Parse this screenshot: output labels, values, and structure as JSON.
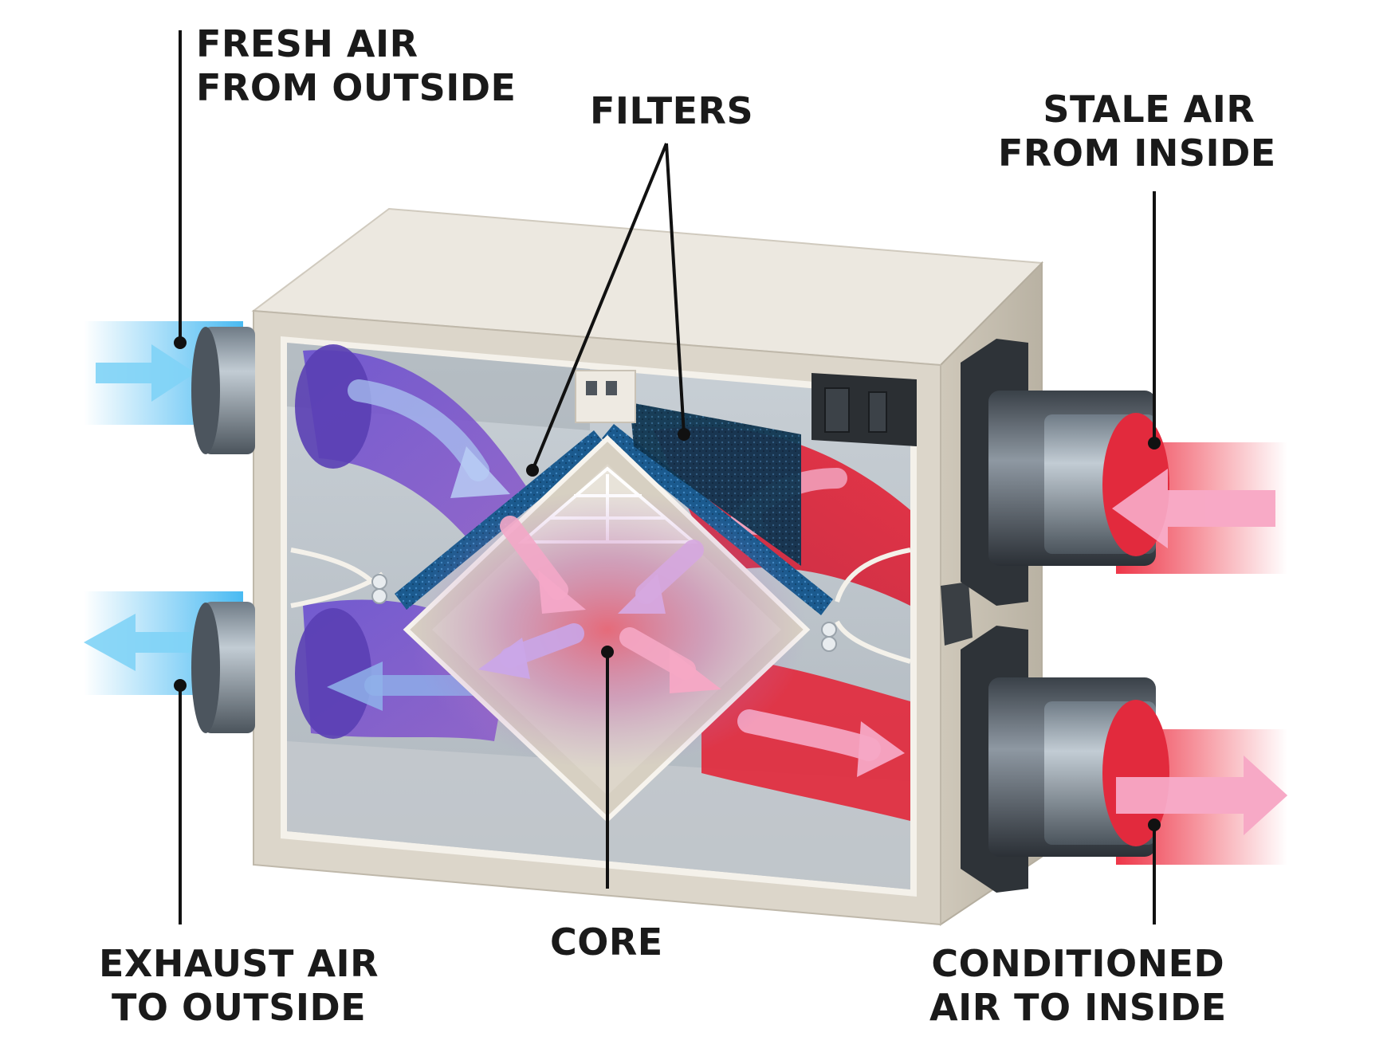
{
  "labels": {
    "fresh_air": {
      "line1": "FRESH AIR",
      "line2": "FROM OUTSIDE"
    },
    "filters": "FILTERS",
    "stale_air": {
      "line1": "STALE AIR",
      "line2": "FROM INSIDE"
    },
    "exhaust_air": {
      "line1": "EXHAUST AIR",
      "line2": "TO OUTSIDE"
    },
    "core": "CORE",
    "conditioned_air": {
      "line1": "CONDITIONED",
      "line2": "AIR TO INSIDE"
    }
  },
  "colors": {
    "fresh_air": "#3fb6ee",
    "exhaust_air": "#8a5fd6",
    "stale_air": "#e8263a",
    "conditioned_air": "#f48fb8",
    "cabinet": "#d9d3c7",
    "filter": "#1d5e93"
  }
}
